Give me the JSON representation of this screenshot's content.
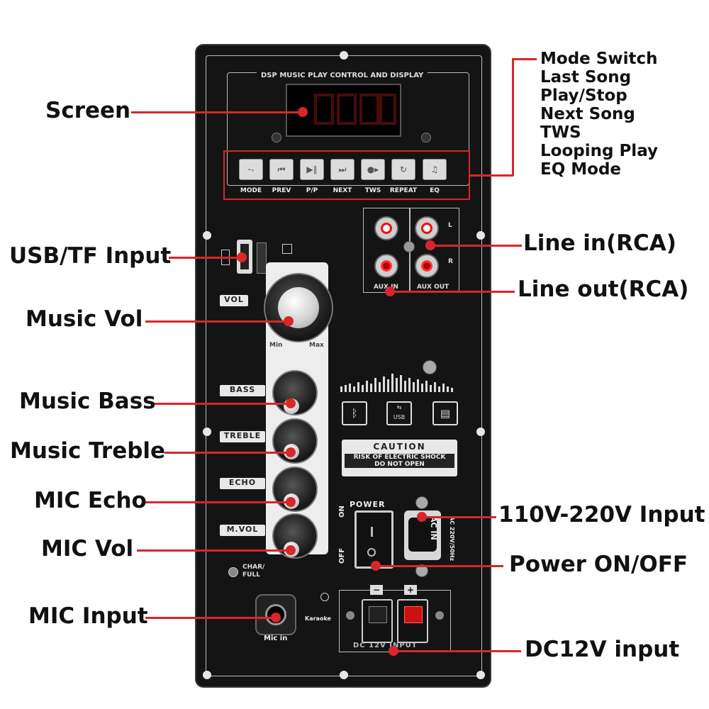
{
  "panel": {
    "title": "DSP MUSIC PLAY CONTROL AND DISPLAY",
    "buttons": [
      {
        "label": "MODE",
        "icon": "mode-switch-icon",
        "glyph": "⥊"
      },
      {
        "label": "PREV",
        "icon": "prev-icon",
        "glyph": "⏮"
      },
      {
        "label": "P/P",
        "icon": "play-pause-icon",
        "glyph": "▶∥"
      },
      {
        "label": "NEXT",
        "icon": "next-icon",
        "glyph": "⏭"
      },
      {
        "label": "TWS",
        "icon": "tws-icon",
        "glyph": "●▸"
      },
      {
        "label": "REPEAT",
        "icon": "repeat-icon",
        "glyph": "↻"
      },
      {
        "label": "EQ",
        "icon": "music-note-icon",
        "glyph": "♫"
      }
    ],
    "plates": {
      "vol": "VOL",
      "bass": "BASS",
      "treble": "TREBLE",
      "echo": "ECHO",
      "mvol": "M.VOL"
    },
    "vol_min": "Min",
    "vol_max": "Max",
    "rca": {
      "aux_in": "AUX IN",
      "aux_out": "AUX OUT",
      "left": "L",
      "right": "R"
    },
    "caution": {
      "title": "CAUTION",
      "line1": "RISK OF ELECTRIC SHOCK",
      "line2": "DO NOT OPEN"
    },
    "power": {
      "title": "POWER",
      "on": "ON",
      "off": "OFF"
    },
    "ac": {
      "label": "AC IN",
      "spec": "AC 220V/50Hz"
    },
    "charge": {
      "line1": "CHAR/",
      "line2": "FULL"
    },
    "mic": {
      "label": "Mic in",
      "karaoke": "Karaoke"
    },
    "dc": {
      "label": "DC 12V INPUT",
      "minus": "−",
      "plus": "+"
    },
    "usb_icon_label": "USB"
  },
  "callouts": {
    "screen": "Screen",
    "usb_tf": "USB/TF Input",
    "music_vol": "Music Vol",
    "music_bass": "Music Bass",
    "music_treble": "Music Treble",
    "mic_echo": "MIC Echo",
    "mic_vol": "MIC Vol",
    "mic_input": "MIC Input",
    "line_in": "Line in(RCA)",
    "line_out": "Line out(RCA)",
    "ac_input": "110V-220V Input",
    "power_onoff": "Power ON/OFF",
    "dc_input": "DC12V input",
    "button_list": [
      "Mode Switch",
      "Last Song",
      "Play/Stop",
      "Next Song",
      "TWS",
      "Looping Play",
      "EQ Mode"
    ]
  },
  "colors": {
    "accent": "#d9262a",
    "panel": "#141414"
  }
}
